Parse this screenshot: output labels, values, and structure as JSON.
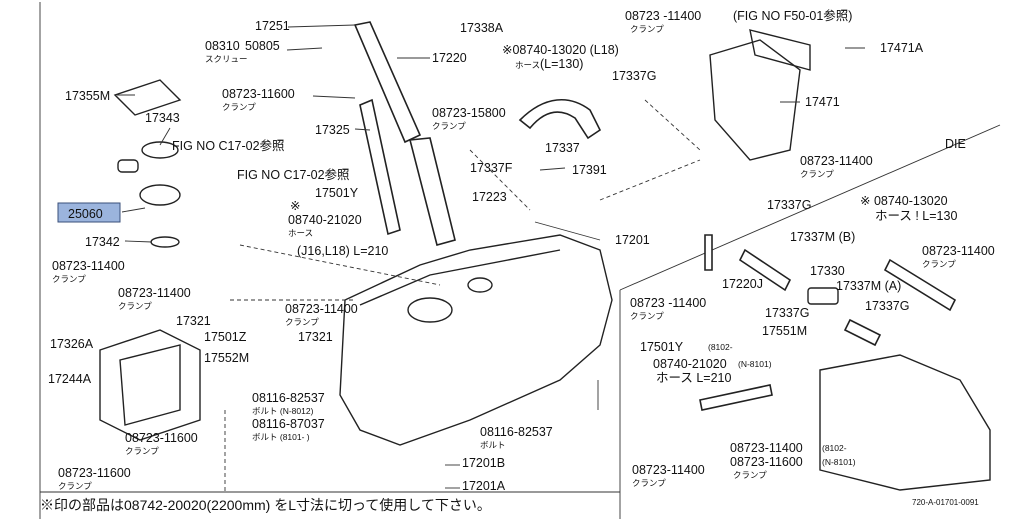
{
  "labels": {
    "p17251": "17251",
    "p17338A": "17338A",
    "p08723_11400_top": "08723 -11400",
    "fig_f50": "(FIG NO F50-01参照)",
    "p17471A": "17471A",
    "p08310": "08310",
    "p50805": "50805",
    "p17220": "17220",
    "p08740_13020_l18": "※08740-13020 (L18)",
    "hose_l130_top": "(L=130)",
    "p17337G_top": "17337G",
    "p17355M": "17355M",
    "p08723_11600_top": "08723-11600",
    "p17471": "17471",
    "p17343": "17343",
    "p17325": "17325",
    "p08723_15800": "08723-15800",
    "fig_c17_a": "FIG NO C17-02参照",
    "p17337": "17337",
    "p17337F": "17337F",
    "p17391": "17391",
    "die": "DIE",
    "fig_c17_b": "FIG NO C17-02参照",
    "p17501Y_top": "17501Y",
    "p08723_11400_right": "08723-11400",
    "p17223": "17223",
    "p25060": "25060",
    "star": "※",
    "p08740_21020": "08740-21020",
    "p08740_13020_right": "※ 08740-13020",
    "hose_l130_right": "ホース ! L=130",
    "p17337G_mid": "17337G",
    "p17342": "17342",
    "hose_j16": "(J16,L18) L=210",
    "p17201": "17201",
    "p17337M_B": "17337M (B)",
    "p08723_11400_far": "08723-11400",
    "p08723_11400_left": "08723-11400",
    "p17220J": "17220J",
    "p17330": "17330",
    "p08723_11400_l2": "08723-11400",
    "p17337M_A": "17337M (A)",
    "p08723_11400_cm": "08723 -11400",
    "p17337G_low": "17337G",
    "p17337G_r": "17337G",
    "p17321_a": "17321",
    "p08723_11400_mid": "08723-11400",
    "p17551M": "17551M",
    "p17326A": "17326A",
    "p17501Z": "17501Z",
    "p17321_b": "17321",
    "p17501Y_b": "17501Y",
    "p17501Y_b_note": "(8102-",
    "p17552M": "17552M",
    "p08740_21020_n8": "08740-21020",
    "p08740_21020_n8_note": "(N-8101)",
    "hose_l210": "ホース L=210",
    "p17244A": "17244A",
    "p08116_82537_a": "08116-82537",
    "bolt_n8012": "ボルト (N-8012)",
    "p08116_87037": "08116-87037",
    "bolt_8101": "ボルト (8101-   )",
    "p08723_11600_low": "08723-11600",
    "p08116_82537_b": "08116-82537",
    "p08723_11600_bl": "08723-11600",
    "p17201B": "17201B",
    "p08723_11400_br": "08723-11400",
    "p08723_11400_b2": "08723-11400",
    "note_8102": "(8102-",
    "p08723_11600_br": "08723-11600",
    "note_n8101": "(N-8101)",
    "p17201A": "17201A",
    "kanji_clamp": "クランプ",
    "kanji_screw": "スクリュー",
    "kanji_hose": "ホース",
    "kanji_bolt": "ボルト"
  },
  "footnote": "※印の部品は08742-20020(2200mm) をL寸法に切って使用して下さい。",
  "code": "720-A-01701-0091",
  "highlight_color": "#9bb4dd"
}
